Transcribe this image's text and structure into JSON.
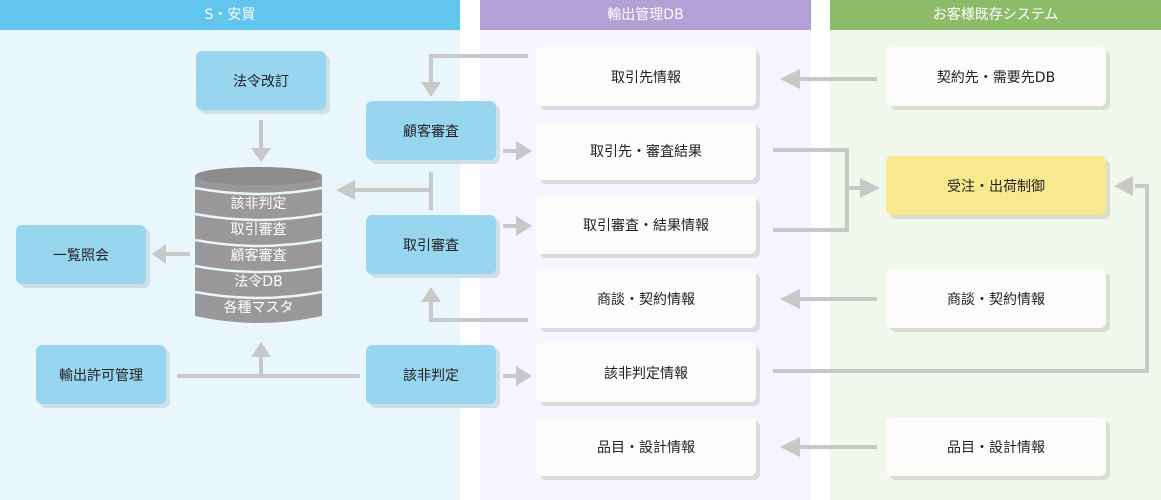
{
  "columns": {
    "security": {
      "title": "S・安貿"
    },
    "export_db": {
      "title": "輸出管理DB"
    },
    "customer": {
      "title": "お客様既存システム"
    }
  },
  "security_boxes": {
    "law_revision": "法令改訂",
    "list_inquiry": "一覧照会",
    "export_license": "輸出許可管理",
    "customer_screening": "顧客審査",
    "transaction_screening": "取引審査",
    "classification": "該非判定"
  },
  "database": {
    "layers": [
      "該非判定",
      "取引審査",
      "顧客審査",
      "法令DB",
      "各種マスタ"
    ]
  },
  "export_db_boxes": {
    "partner_info": "取引先情報",
    "partner_result": "取引先・審査結果",
    "transaction_result": "取引審査・結果情報",
    "negotiation": "商談・契約情報",
    "classification_info": "該非判定情報",
    "item_design": "品目・設計情報"
  },
  "customer_boxes": {
    "contract_db": "契約先・需要先DB",
    "order_control": "受注・出荷制御",
    "negotiation": "商談・契約情報",
    "item_design": "品目・設計情報"
  },
  "colors": {
    "security_header": "#62c5ee",
    "export_db_header": "#b2a0d6",
    "customer_header": "#8cbc6a",
    "arrow": "#c8c8c8",
    "db_cylinder": "#9a9898"
  }
}
